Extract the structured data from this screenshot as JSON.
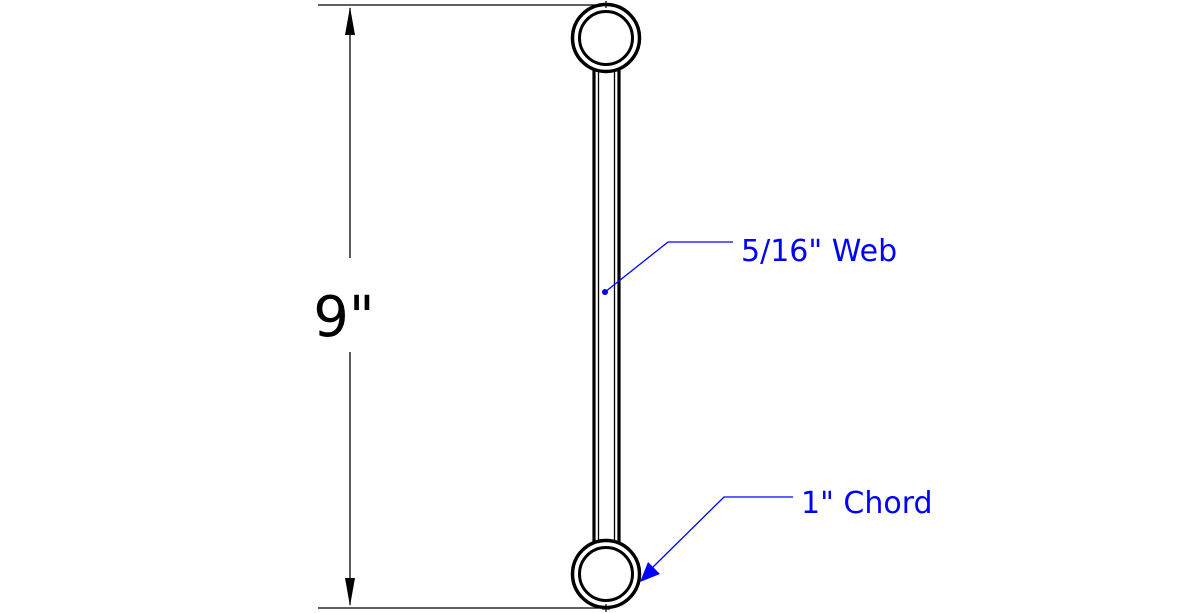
{
  "dimension": {
    "label": "9\""
  },
  "callouts": {
    "web": {
      "label": "5/16\" Web"
    },
    "chord": {
      "label": "1\" Chord"
    }
  },
  "colors": {
    "outline": "#000000",
    "callout": "#0000ff",
    "background": "#ffffff"
  }
}
